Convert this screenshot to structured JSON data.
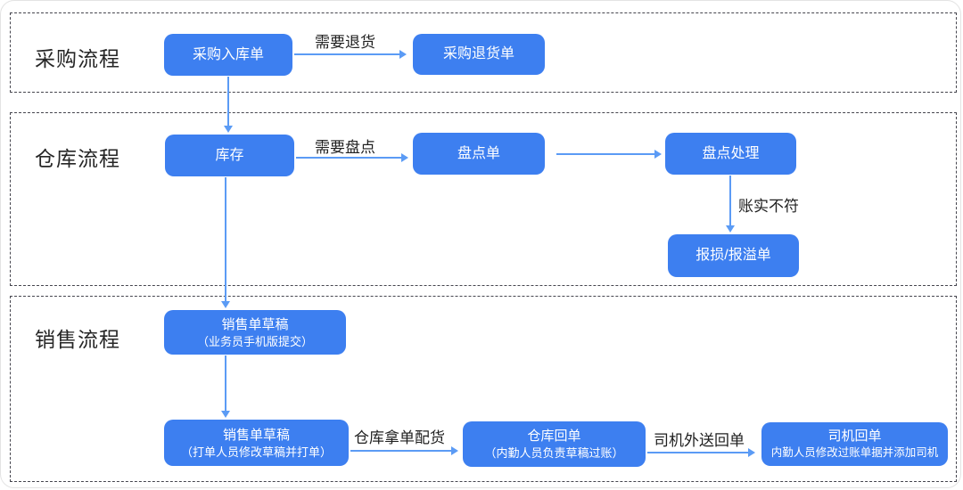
{
  "colors": {
    "node_blue": "#3d7ff0",
    "arrow_blue": "#5b9bf5",
    "dashed_border": "#45454e",
    "title_text": "#262626"
  },
  "purchase": {
    "title": "采购流程",
    "node_inbound": "采购入库单",
    "node_return": "采购退货单",
    "edge_need_return": "需要退货"
  },
  "warehouse": {
    "title": "仓库流程",
    "node_stock": "库存",
    "node_count_sheet": "盘点单",
    "node_count_handle": "盘点处理",
    "node_loss_overflow": "报损/报溢单",
    "edge_need_count": "需要盘点",
    "edge_mismatch": "账实不符"
  },
  "sales": {
    "title": "销售流程",
    "node_draft_mobile_line1": "销售单草稿",
    "node_draft_mobile_line2": "（业务员手机版提交）",
    "node_draft_print_line1": "销售单草稿",
    "node_draft_print_line2": "（打单人员修改草稿并打单）",
    "node_wh_receipt_line1": "仓库回单",
    "node_wh_receipt_line2": "（内勤人员负责草稿过账）",
    "node_driver_receipt_line1": "司机回单",
    "node_driver_receipt_line2": "内勤人员修改过账单据并添加司机",
    "edge_pick": "仓库拿单配货",
    "edge_driver": "司机外送回单"
  }
}
